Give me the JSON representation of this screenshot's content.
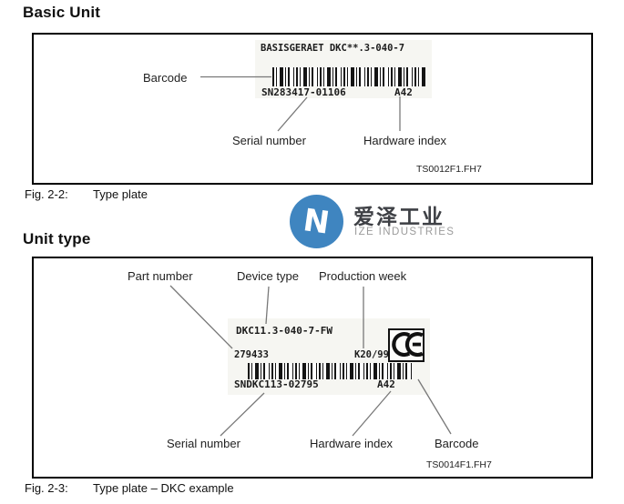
{
  "section1": {
    "heading": "Basic Unit",
    "caption_label": "Fig. 2-2:",
    "caption_text": "Type plate",
    "figure": {
      "plate_title": "BASISGERAET DKC**.3-040-7",
      "serial_value": "SN283417-01106",
      "hardware_value": "A42",
      "label_barcode": "Barcode",
      "label_serial": "Serial number",
      "label_hardware": "Hardware index",
      "file_ref": "TS0012F1.FH7"
    }
  },
  "watermark": {
    "logo_letter": "N",
    "brand_cn": "爱泽工业",
    "brand_en": "IZE INDUSTRIES",
    "brand_blue": "#3F85C0",
    "brand_text_dark": "#3E4045",
    "brand_text_gray": "#9B9B9B"
  },
  "section2": {
    "heading": "Unit type",
    "caption_label": "Fig. 2-3:",
    "caption_text": "Type plate – DKC example",
    "figure": {
      "label_part": "Part number",
      "label_device": "Device type",
      "label_week": "Production week",
      "device_value": "DKC11.3-040-7-FW",
      "part_value": "279433",
      "week_value": "K20/99",
      "ce_mark": "CE",
      "serial_value": "SNDKC113-02795",
      "hardware_value": "A42",
      "label_serial": "Serial number",
      "label_hardware": "Hardware index",
      "label_barcode": "Barcode",
      "file_ref": "TS0014F1.FH7"
    }
  }
}
